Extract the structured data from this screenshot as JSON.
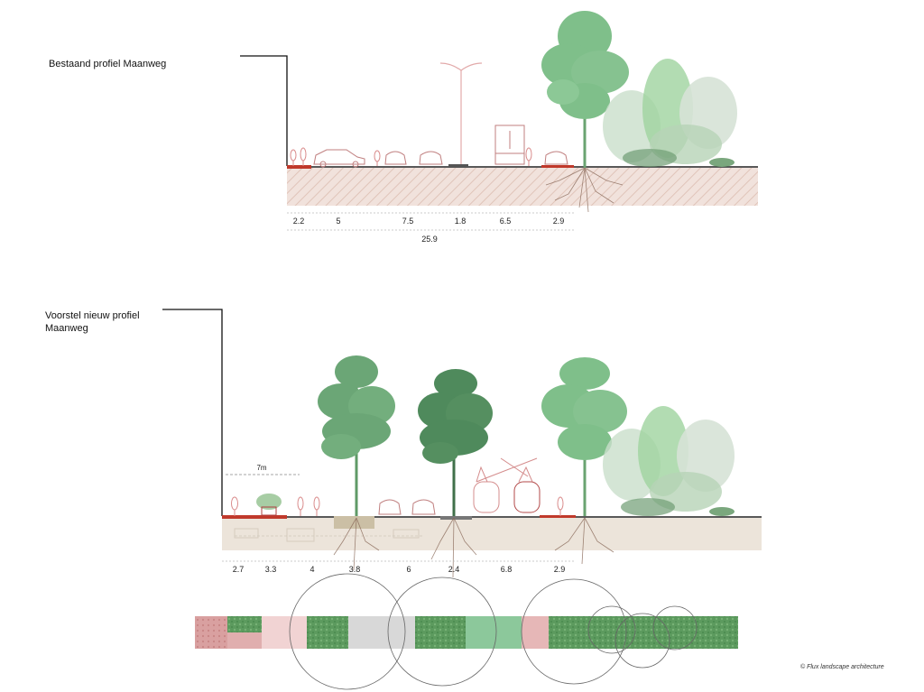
{
  "existing": {
    "title": "Bestaand profiel Maanweg",
    "widths": [
      "2.2",
      "5",
      "7.5",
      "1.8",
      "6.5",
      "2.9"
    ],
    "total": "25.9"
  },
  "proposal": {
    "title": "Voorstel nieuw profiel Maanweg",
    "setback": "7m",
    "widths": [
      "2.7",
      "3.3",
      "4",
      "3.8",
      "6",
      "2.4",
      "6.8",
      "2.9"
    ]
  },
  "credit": "© Flux landscape architecture",
  "colors": {
    "tree_light": "#7fbf8a",
    "tree_dark": "#4f8a5c",
    "soil": "#ecd9d2",
    "soil_new": "#ece4da",
    "path_red": "#c0392b",
    "plan_green": "#5f9a60",
    "plan_pink": "#e6b7b7"
  }
}
